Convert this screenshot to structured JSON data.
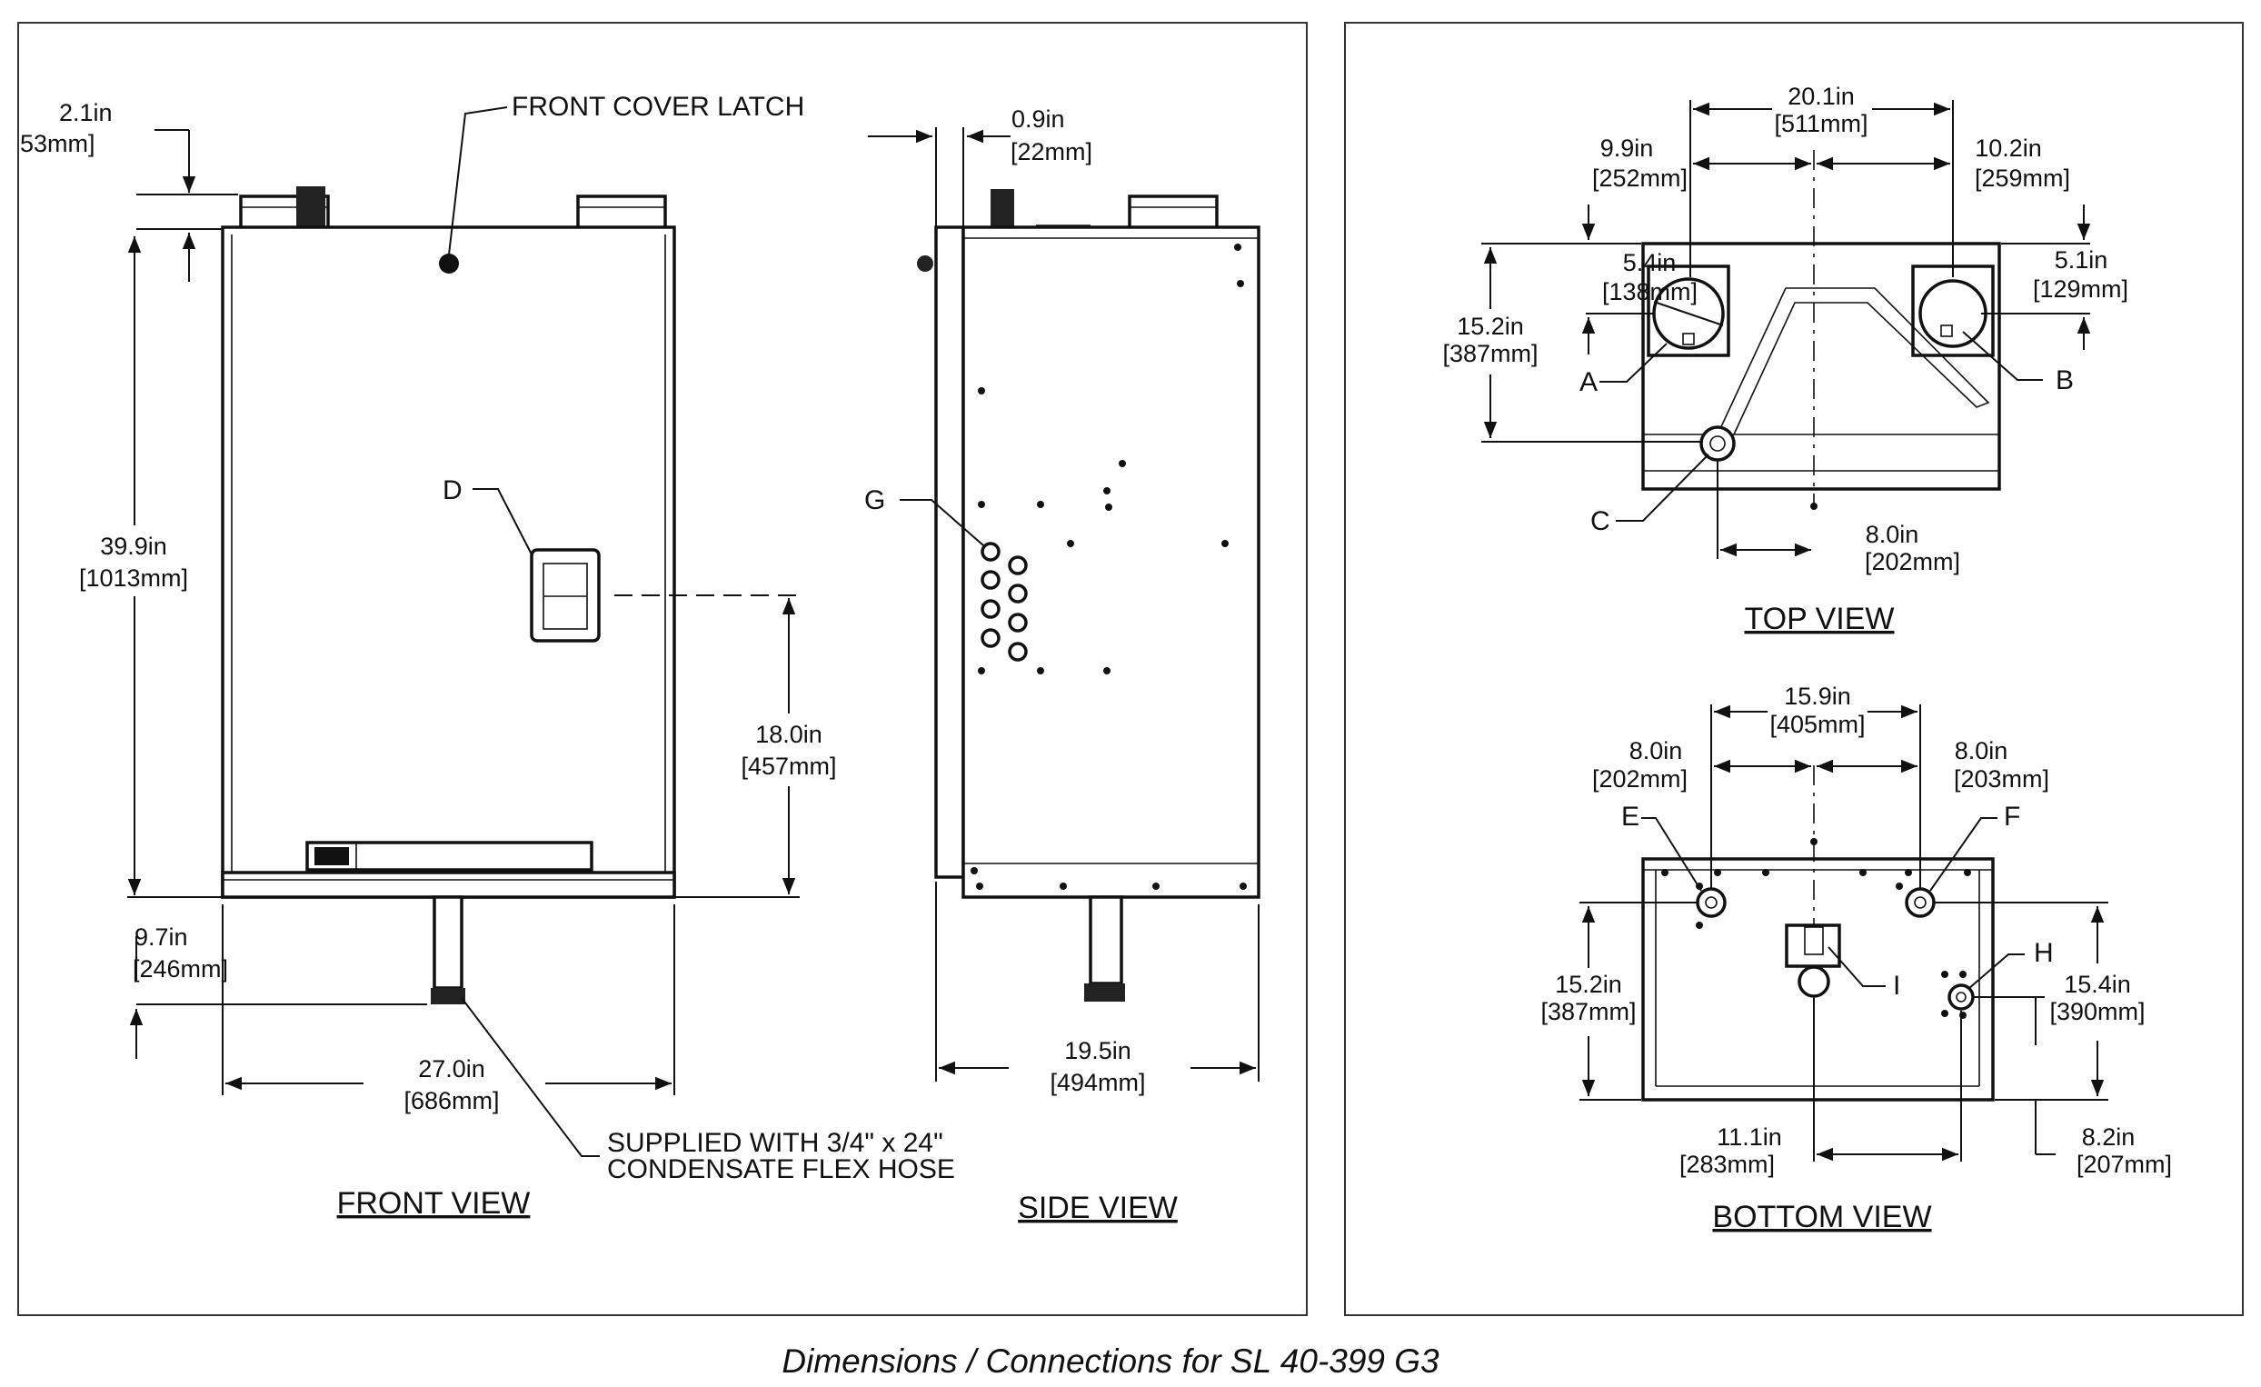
{
  "caption": "Dimensions / Connections for SL 40-399 G3",
  "views": {
    "front": {
      "title": "FRONT VIEW"
    },
    "side": {
      "title": "SIDE VIEW"
    },
    "top": {
      "title": "TOP VIEW"
    },
    "bottom": {
      "title": "BOTTOM VIEW"
    }
  },
  "labels": {
    "front_cover_latch": "FRONT COVER LATCH",
    "supplied_line1": "SUPPLIED WITH 3/4\" x 24\"",
    "supplied_line2": "CONDENSATE FLEX HOSE",
    "D": "D",
    "G": "G",
    "A": "A",
    "B": "B",
    "C": "C",
    "E": "E",
    "F": "F",
    "H": "H",
    "I": "I"
  },
  "dimensions": {
    "front_top_in": "2.1in",
    "front_top_mm": "53mm]",
    "front_height_in": "39.9in",
    "front_height_mm": "[1013mm]",
    "front_d_in": "18.0in",
    "front_d_mm": "[457mm]",
    "front_hose_in": "9.7in",
    "front_hose_mm": "[246mm]",
    "front_width_in": "27.0in",
    "front_width_mm": "[686mm]",
    "side_top_in": "0.9in",
    "side_top_mm": "[22mm]",
    "side_width_in": "19.5in",
    "side_width_mm": "[494mm]",
    "top_span_in": "20.1in",
    "top_span_mm": "[511mm]",
    "top_a_x_in": "9.9in",
    "top_a_x_mm": "[252mm]",
    "top_b_x_in": "10.2in",
    "top_b_x_mm": "[259mm]",
    "top_a_y_in": "5.4in",
    "top_a_y_mm": "[138mm]",
    "top_b_y_in": "5.1in",
    "top_b_y_mm": "[129mm]",
    "top_depth_in": "15.2in",
    "top_depth_mm": "[387mm]",
    "top_c_in": "8.0in",
    "top_c_mm": "[202mm]",
    "bot_span_in": "15.9in",
    "bot_span_mm": "[405mm]",
    "bot_e_in": "8.0in",
    "bot_e_mm": "[202mm]",
    "bot_f_in": "8.0in",
    "bot_f_mm": "[203mm]",
    "bot_e_y_in": "15.2in",
    "bot_e_y_mm": "[387mm]",
    "bot_h_y_in": "15.4in",
    "bot_h_y_mm": "[390mm]",
    "bot_i_in": "11.1in",
    "bot_i_mm": "[283mm]",
    "bot_h_in": "8.2in",
    "bot_h_mm": "[207mm]"
  }
}
